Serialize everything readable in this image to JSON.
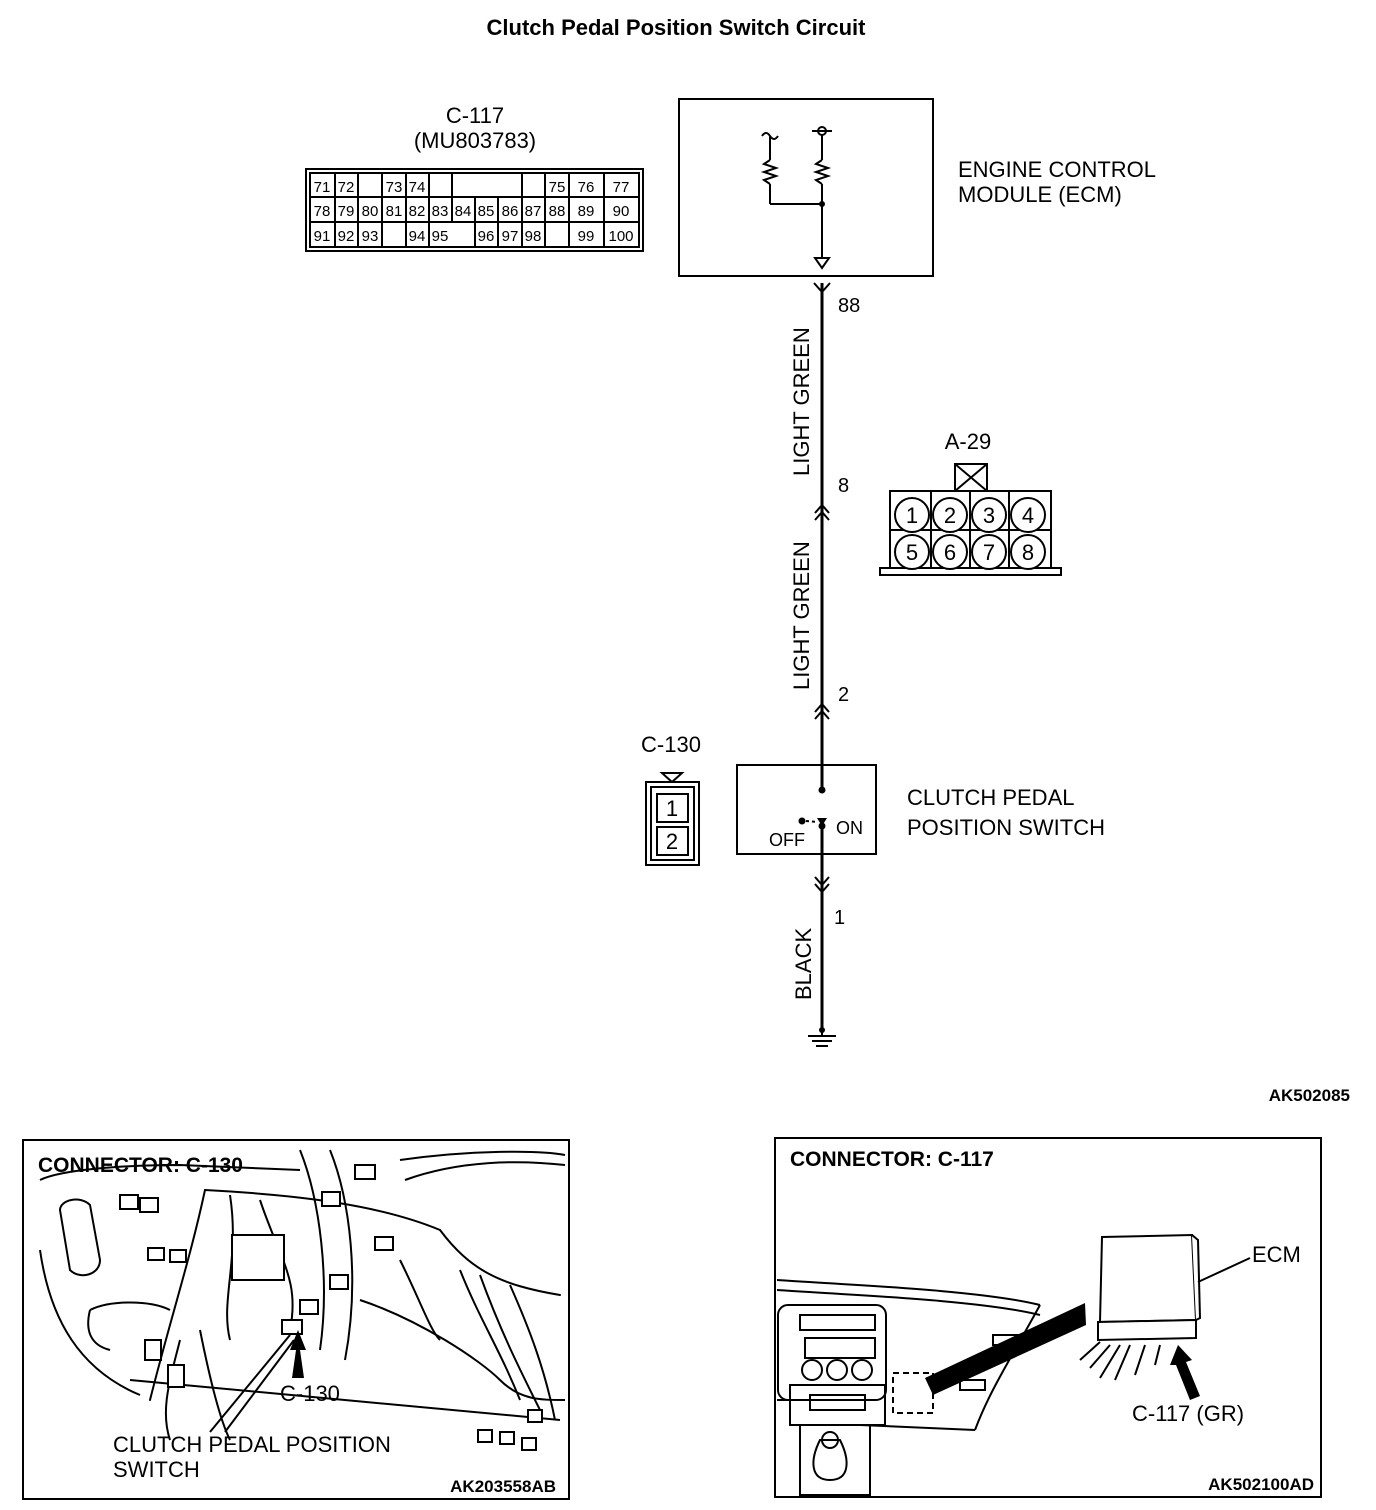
{
  "title": "Clutch Pedal Position Switch Circuit",
  "ecm": {
    "connector_id": "C-117",
    "part_number": "(MU803783)",
    "label_line1": "ENGINE CONTROL",
    "label_line2": "MODULE (ECM)",
    "pin": "88",
    "pin_grid": [
      [
        "71",
        "72",
        "",
        "73",
        "74",
        "",
        "",
        "",
        "",
        "75",
        "76",
        "77"
      ],
      [
        "78",
        "79",
        "80",
        "81",
        "82",
        "83",
        "84",
        "85",
        "86",
        "87",
        "88",
        "89",
        "90"
      ],
      [
        "91",
        "92",
        "93",
        "",
        "94",
        "95",
        "",
        "96",
        "97",
        "98",
        "",
        "99",
        "100"
      ]
    ]
  },
  "a29": {
    "connector_id": "A-29",
    "pins_top": [
      "1",
      "2",
      "3",
      "4"
    ],
    "pins_bottom": [
      "5",
      "6",
      "7",
      "8"
    ],
    "pin_in": "8",
    "pin_out": "2"
  },
  "switch": {
    "connector_id": "C-130",
    "pins": [
      "1",
      "2"
    ],
    "label_line1": "CLUTCH PEDAL",
    "label_line2": "POSITION SWITCH",
    "off_label": "OFF",
    "on_label": "ON",
    "ground_pin": "1"
  },
  "wires": {
    "upper": "LIGHT GREEN",
    "middle": "LIGHT GREEN",
    "lower": "BLACK"
  },
  "diagram_code": "AK502085",
  "panel_left": {
    "heading": "CONNECTOR: C-130",
    "callout": "C-130",
    "caption_line1": "CLUTCH PEDAL POSITION",
    "caption_line2": "SWITCH",
    "code": "AK203558AB"
  },
  "panel_right": {
    "heading": "CONNECTOR: C-117",
    "ecm_callout": "ECM",
    "connector_callout": "C-117 (GR)",
    "code": "AK502100AD"
  }
}
